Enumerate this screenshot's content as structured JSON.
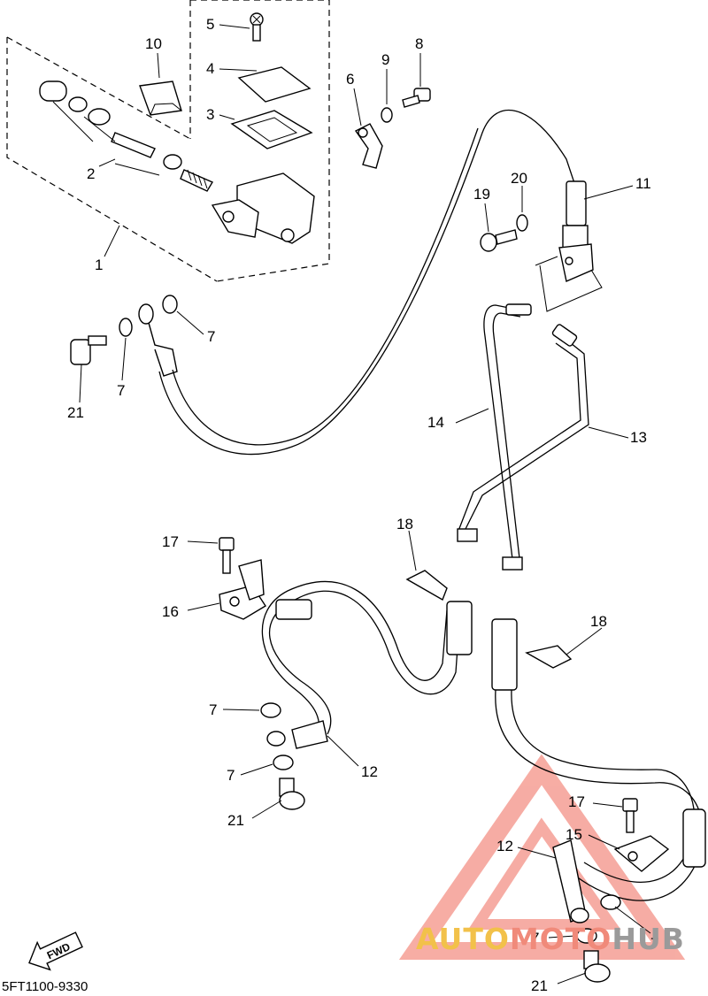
{
  "diagram": {
    "callouts": [
      {
        "id": "c10",
        "text": "10"
      },
      {
        "id": "c5",
        "text": "5"
      },
      {
        "id": "c4",
        "text": "4"
      },
      {
        "id": "c3",
        "text": "3"
      },
      {
        "id": "c2",
        "text": "2"
      },
      {
        "id": "c1",
        "text": "1"
      },
      {
        "id": "c6",
        "text": "6"
      },
      {
        "id": "c9",
        "text": "9"
      },
      {
        "id": "c8",
        "text": "8"
      },
      {
        "id": "c11",
        "text": "11"
      },
      {
        "id": "c19",
        "text": "19"
      },
      {
        "id": "c20",
        "text": "20"
      },
      {
        "id": "c7a",
        "text": "7"
      },
      {
        "id": "c7b",
        "text": "7"
      },
      {
        "id": "c21a",
        "text": "21"
      },
      {
        "id": "c14",
        "text": "14"
      },
      {
        "id": "c13",
        "text": "13"
      },
      {
        "id": "c18a",
        "text": "18"
      },
      {
        "id": "c18b",
        "text": "18"
      },
      {
        "id": "c17a",
        "text": "17"
      },
      {
        "id": "c16",
        "text": "16"
      },
      {
        "id": "c7c",
        "text": "7"
      },
      {
        "id": "c12a",
        "text": "12"
      },
      {
        "id": "c7d",
        "text": "7"
      },
      {
        "id": "c21b",
        "text": "21"
      },
      {
        "id": "c17b",
        "text": "17"
      },
      {
        "id": "c15",
        "text": "15"
      },
      {
        "id": "c12b",
        "text": "12"
      },
      {
        "id": "c7e",
        "text": "7"
      },
      {
        "id": "c7f",
        "text": "7"
      },
      {
        "id": "c21c",
        "text": "21"
      }
    ],
    "fwd_label": "FWD",
    "drawing_code": "5FT1100-9330"
  },
  "watermark": {
    "part1": "AUTO",
    "part2": "MOTO",
    "part3": "HUB",
    "colors": {
      "yellow": "#f2c14a",
      "red": "#f08a7a",
      "gray": "#9a9a9a"
    }
  }
}
